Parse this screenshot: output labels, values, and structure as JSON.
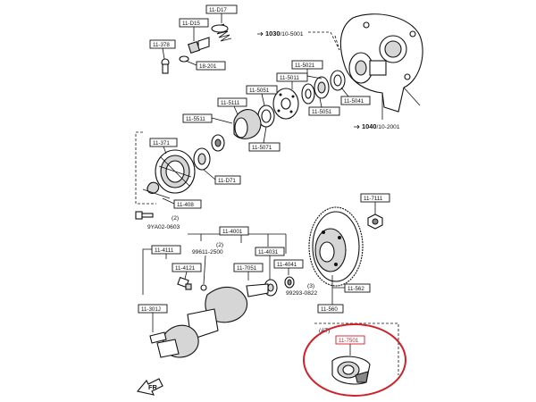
{
  "labels": {
    "p11_d17": "11-D17",
    "p11_d15": "11-D15",
    "p11_378": "11-378",
    "p18_201": "18-201",
    "p11_5021": "11-5021",
    "p11_5011": "11-5011",
    "p11_5051a": "11-5051",
    "p11_5111": "11-5111",
    "p11_5511": "11-5511",
    "p11_5041": "11-5041",
    "p11_5051b": "11-5051",
    "p11_5071": "11-5071",
    "p11_371": "11-371",
    "p11_d71": "11-D71",
    "p11_408": "11-408",
    "p11_7111": "11-7111",
    "p11_4001": "11-4001",
    "p11_4111": "11-4111",
    "p11_4031": "11-4031",
    "p11_4121": "11-4121",
    "p11_7051": "11-7051",
    "p11_4041": "11-4041",
    "p11_301j": "11-301J",
    "p11_562": "11-562",
    "p11_560": "11-560",
    "p11_7501": "11-7501"
  },
  "refs": {
    "r1030_a": "1030",
    "r1030_b": "/10-5001",
    "r1040_a": "1040",
    "r1040_b": "/10-2001",
    "q2": "(2)",
    "q2_num": "9YA02-0603",
    "q2b": "(2)",
    "q2b_num": "99611-2500",
    "q3": "(3)",
    "q3_num": "99293-0822",
    "at": "(AT)",
    "fr": "FR"
  },
  "colors": {
    "ink": "#111111",
    "highlight": "#d0202a",
    "shade": "#d6d6d6"
  },
  "icons": {
    "reference_arrow": "arrow-right-icon",
    "front_arrow": "front-arrow-icon"
  }
}
